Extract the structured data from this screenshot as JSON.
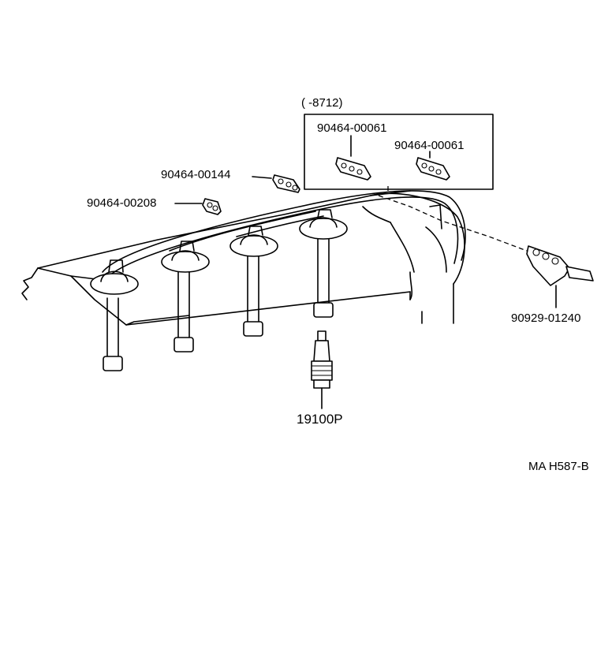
{
  "diagram": {
    "bracket_note": "(        -8712)",
    "labels": {
      "clamp_00061_a": "90464-00061",
      "clamp_00061_b": "90464-00061",
      "clamp_00144": "90464-00144",
      "clamp_00208": "90464-00208",
      "holder_01240": "90929-01240",
      "spark_plug": "19100P",
      "figure_code": "MA H587-B"
    }
  }
}
